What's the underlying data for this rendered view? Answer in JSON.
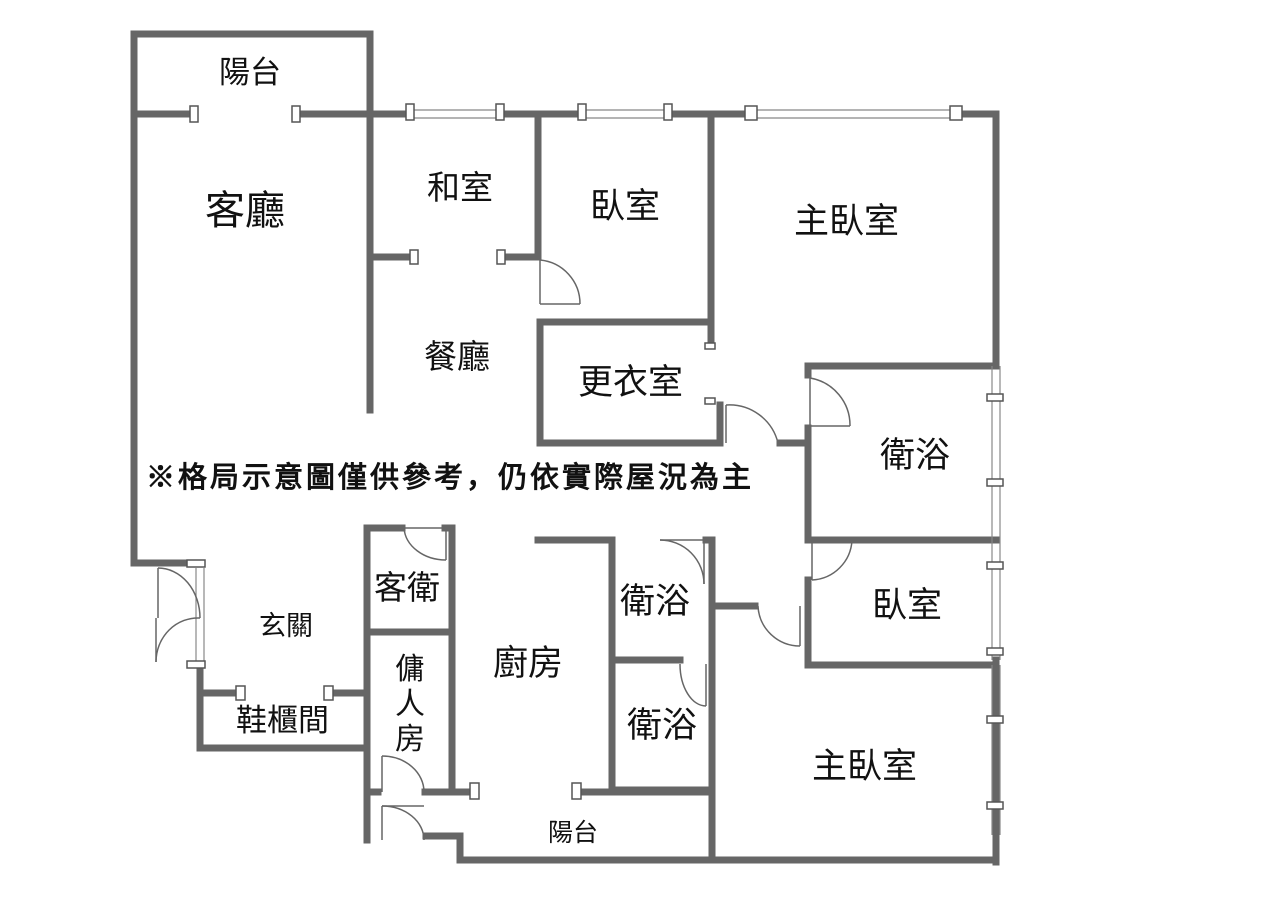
{
  "rooms": {
    "balcony_top": "陽台",
    "living_room": "客廳",
    "japanese_room": "和室",
    "bedroom_top": "臥室",
    "master_bedroom_top": "主臥室",
    "dining_room": "餐廳",
    "walk_in_closet": "更衣室",
    "bathroom_right_top": "衛浴",
    "guest_bathroom": "客衛",
    "bathroom_mid_top": "衛浴",
    "bedroom_right": "臥室",
    "entrance": "玄關",
    "maid_room": [
      "傭",
      "人",
      "房"
    ],
    "kitchen": "廚房",
    "bathroom_mid_bottom": "衛浴",
    "shoe_closet": "鞋櫃間",
    "master_bedroom_bottom": "主臥室",
    "balcony_bottom": "陽台"
  },
  "disclaimer": "※格局示意圖僅供參考，仍依實際屋況為主",
  "colors": {
    "wall": "#666666",
    "text": "#111111",
    "background": "#ffffff"
  }
}
